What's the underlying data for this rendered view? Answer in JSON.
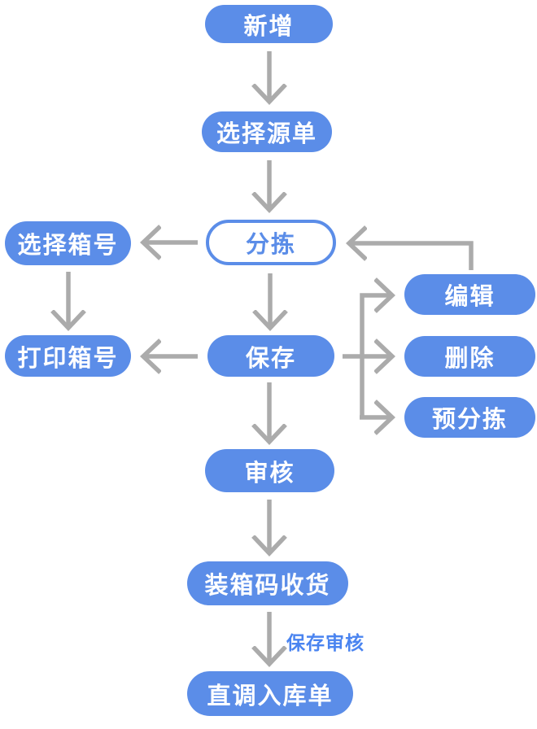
{
  "flowchart": {
    "colors": {
      "node_fill": "#5B8DE8",
      "node_text": "#FFFFFF",
      "outline_node_background": "#FFFFFF",
      "outline_node_border": "#5B8DE8",
      "outline_node_text": "#5B8DE8",
      "arrow": "#ABABAB",
      "edge_label_text": "#4A84F0",
      "background": "#FFFFFF"
    },
    "nodes": {
      "add": {
        "label": "新增",
        "style": "filled"
      },
      "select_source": {
        "label": "选择源单",
        "style": "filled"
      },
      "sorting": {
        "label": "分拣",
        "style": "outlined"
      },
      "select_box": {
        "label": "选择箱号",
        "style": "filled"
      },
      "print_box": {
        "label": "打印箱号",
        "style": "filled"
      },
      "save": {
        "label": "保存",
        "style": "filled"
      },
      "edit": {
        "label": "编辑",
        "style": "filled"
      },
      "delete": {
        "label": "删除",
        "style": "filled"
      },
      "pre_sorting": {
        "label": "预分拣",
        "style": "filled"
      },
      "audit": {
        "label": "审核",
        "style": "filled"
      },
      "packing_receive": {
        "label": "装箱码收货",
        "style": "filled"
      },
      "direct_inbound": {
        "label": "直调入库单",
        "style": "filled"
      }
    },
    "edges": [
      {
        "from": "add",
        "to": "select_source"
      },
      {
        "from": "select_source",
        "to": "sorting"
      },
      {
        "from": "sorting",
        "to": "select_box"
      },
      {
        "from": "select_box",
        "to": "print_box"
      },
      {
        "from": "sorting",
        "to": "save"
      },
      {
        "from": "save",
        "to": "print_box"
      },
      {
        "from": "save",
        "to": "edit"
      },
      {
        "from": "save",
        "to": "delete"
      },
      {
        "from": "save",
        "to": "pre_sorting"
      },
      {
        "from": "edit",
        "to": "sorting"
      },
      {
        "from": "save",
        "to": "audit"
      },
      {
        "from": "audit",
        "to": "packing_receive"
      },
      {
        "from": "packing_receive",
        "to": "direct_inbound",
        "label": "保存审核"
      }
    ],
    "edge_label": "保存审核"
  }
}
